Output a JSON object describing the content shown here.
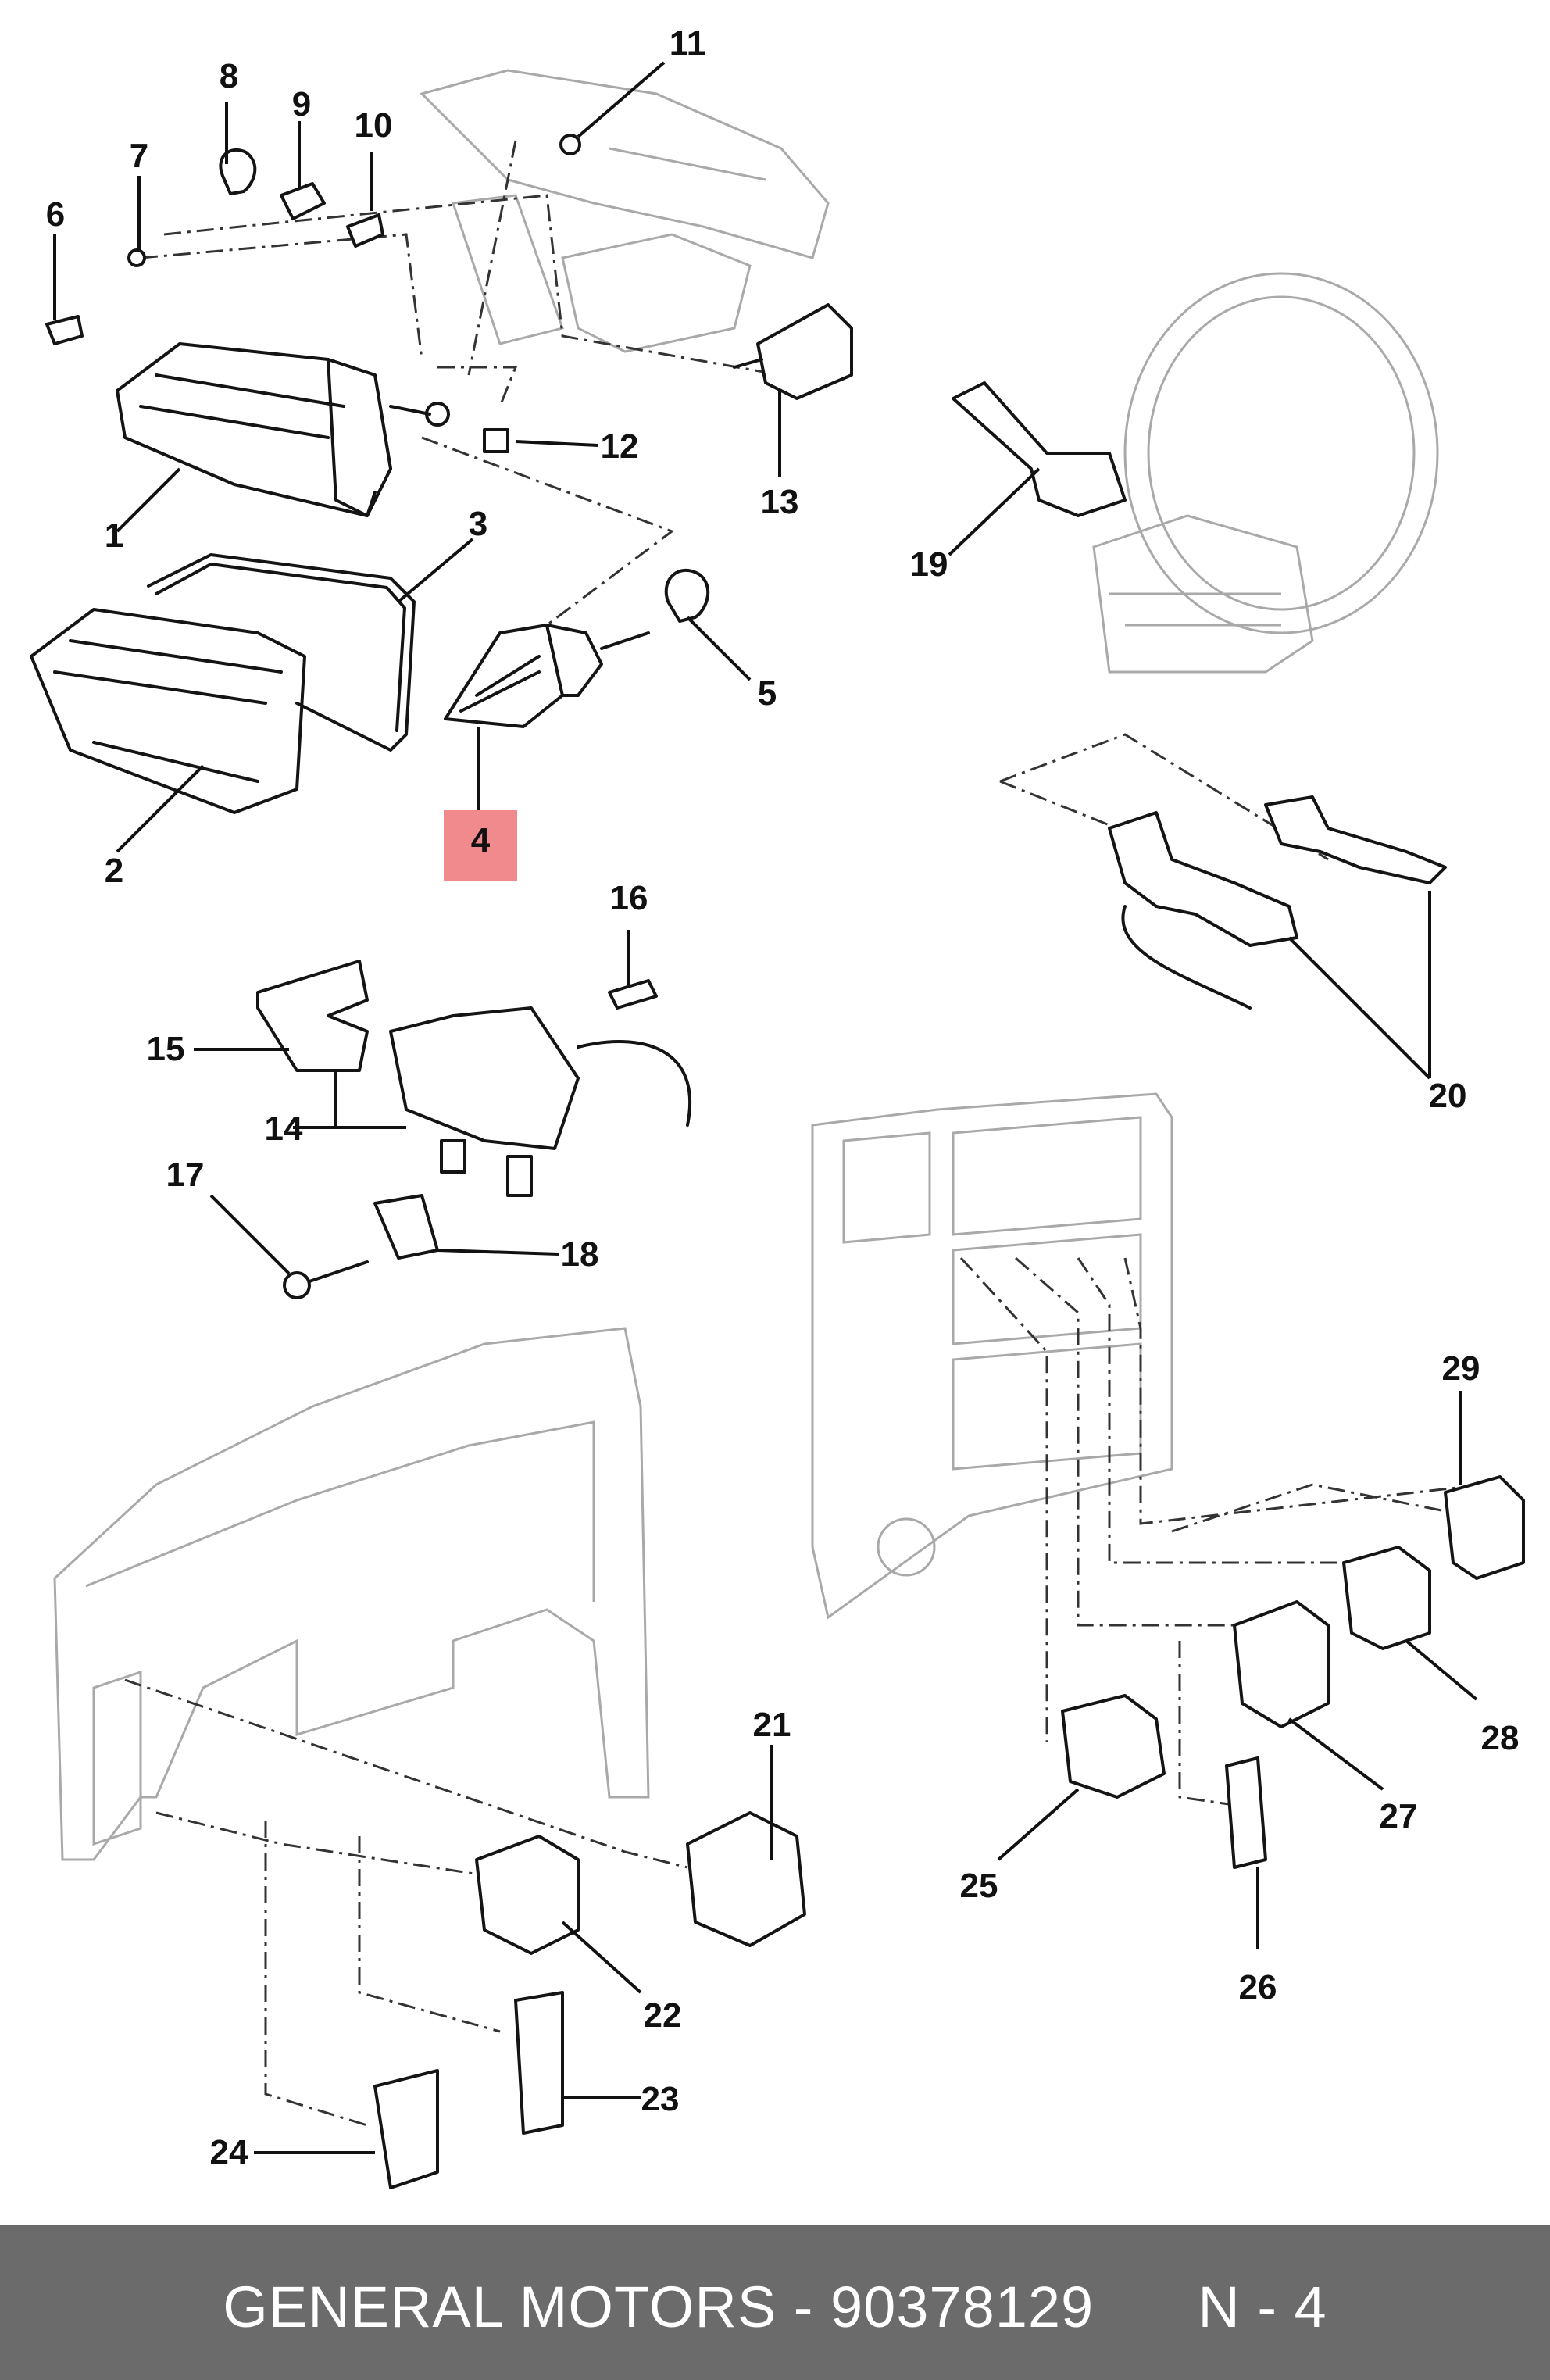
{
  "diagram": {
    "part_callouts": [
      "1",
      "2",
      "3",
      "4",
      "5",
      "6",
      "7",
      "8",
      "9",
      "10",
      "11",
      "12",
      "13",
      "14",
      "15",
      "16",
      "17",
      "18",
      "19",
      "20",
      "21",
      "22",
      "23",
      "24",
      "25",
      "26",
      "27",
      "28",
      "29"
    ],
    "highlighted_callout": "4",
    "highlight_color": "#f08a8c"
  },
  "footer": {
    "brand": "GENERAL MOTORS",
    "separator": "-",
    "part_number": "90378129",
    "reference": "N - 4",
    "background_color": "#6b6b6b"
  },
  "icons": [
    "headlamp-icon",
    "turn-signal-lamp-icon",
    "bulb-icon",
    "fog-lamp-icon",
    "steering-wheel-icon",
    "combination-switch-icon",
    "rocker-switch-icon",
    "dashboard-panel-icon"
  ]
}
